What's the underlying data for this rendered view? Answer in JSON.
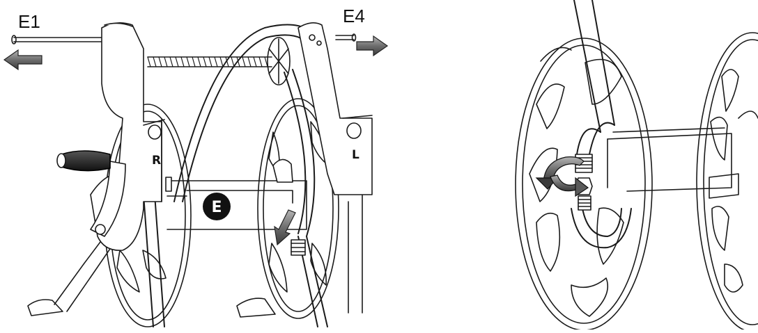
{
  "diagram": {
    "left_panel": {
      "label_left_pin": "E1",
      "label_right_pin": "E4",
      "step_badge": "E",
      "frame_right_letter": "R",
      "frame_left_letter": "L"
    },
    "colors": {
      "line": "#1a1a1a",
      "arrow_fill": "#7a7a7a",
      "badge_fill": "#111111",
      "badge_text": "#ffffff"
    },
    "icons": [
      "pull-arrow-left",
      "pull-arrow-right",
      "push-arrow-down",
      "rotate-arrow-loosen",
      "rotate-arrow-tighten"
    ]
  }
}
